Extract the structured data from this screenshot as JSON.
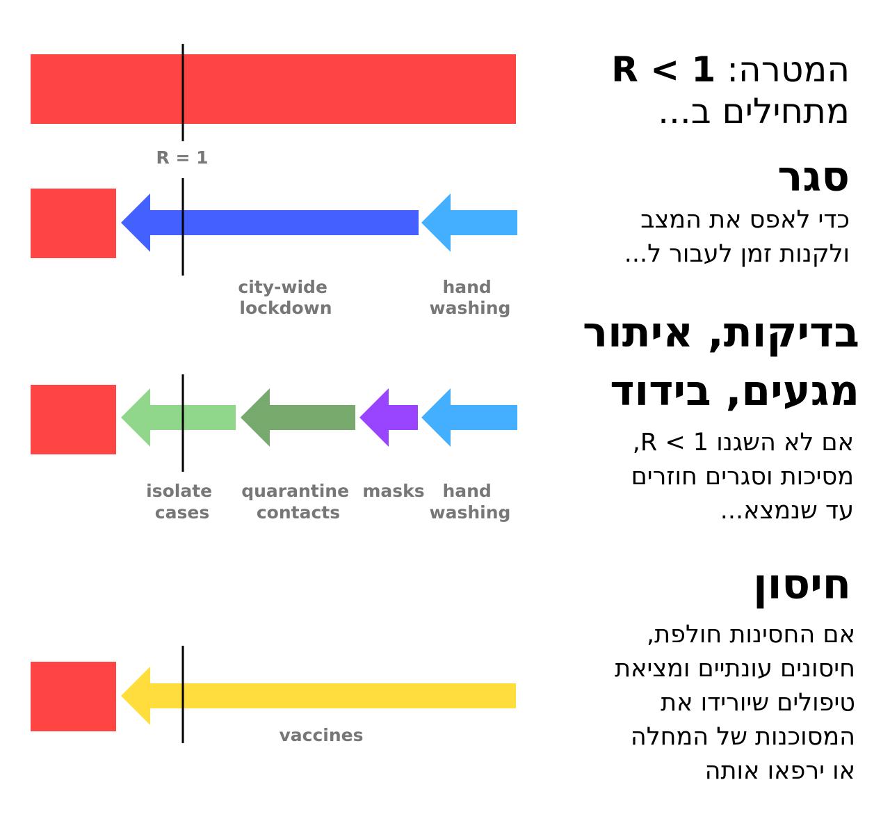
{
  "colors": {
    "red_bar": "#ff4444",
    "lockdown": "#4460ff",
    "hand_washing": "#44aeff",
    "isolate": "#90d68b",
    "quarantine": "#78aa6d",
    "masks": "#9944ff",
    "vaccines": "#ffdd3c",
    "label_gray": "#777777"
  },
  "r_marker_label": "R = 1",
  "goal": {
    "prefix": "המטרה:",
    "formula": "R < 1",
    "line2": "מתחילים ב..."
  },
  "sections": [
    {
      "heading": [
        "סגר"
      ],
      "paragraph": [
        "כדי לאפס את המצב",
        "ולקנות זמן לעבור ל..."
      ],
      "arrows": [
        {
          "name": "city-wide-lockdown",
          "label": [
            "city-wide",
            "lockdown"
          ],
          "color": "lockdown"
        },
        {
          "name": "hand-washing",
          "label": [
            "hand",
            "washing"
          ],
          "color": "hand_washing"
        }
      ]
    },
    {
      "heading": [
        "בדיקות, איתור",
        "מגעים, בידוד"
      ],
      "paragraph": [
        "אם לא השגנו R < 1,",
        "מסיכות וסגרים חוזרים",
        "עד שנמצא..."
      ],
      "arrows": [
        {
          "name": "isolate-cases",
          "label": [
            "isolate",
            "cases"
          ],
          "color": "isolate"
        },
        {
          "name": "quarantine-contacts",
          "label": [
            "quarantine",
            "contacts"
          ],
          "color": "quarantine"
        },
        {
          "name": "masks",
          "label": [
            "masks"
          ],
          "color": "masks"
        },
        {
          "name": "hand-washing",
          "label": [
            "hand",
            "washing"
          ],
          "color": "hand_washing"
        }
      ]
    },
    {
      "heading": [
        "חיסון"
      ],
      "paragraph": [
        "אם החסינות חולפת,",
        "חיסונים עונתיים ומציאת",
        "טיפולים שיורידו את",
        "המסוכנות של המחלה",
        "או ירפאו אותה"
      ],
      "arrows": [
        {
          "name": "vaccines",
          "label": [
            "vaccines"
          ],
          "color": "vaccines"
        }
      ]
    }
  ]
}
